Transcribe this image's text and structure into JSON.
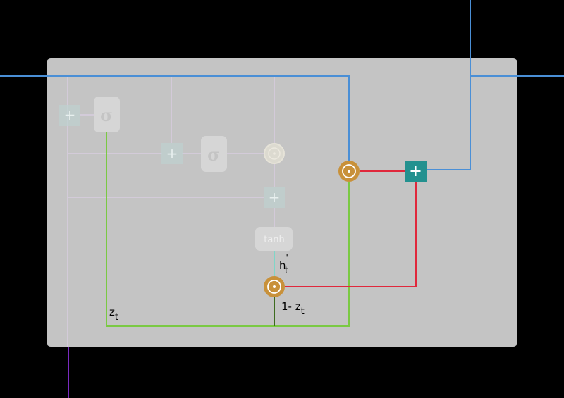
{
  "colors": {
    "background": "#000000",
    "panel": "#c4c4c4",
    "hidden_line": "#4a8fd6",
    "gate_z_line": "#7ac943",
    "one_minus_z_line": "#3d6b1e",
    "update_line": "#e0283c",
    "candidate_line": "#7fd6c8",
    "input_line": "#7a2bc0",
    "multiply_node": "#c8913a",
    "add_node": "#23918f",
    "faded_node": "#d6d6d6",
    "faded_line": "#d8cde0"
  },
  "icons": {
    "multiply": "circled-dot-icon",
    "add": "plus-icon",
    "sigmoid": "sigma-icon",
    "tanh": "tanh-icon"
  },
  "nodes": {
    "sigma_glyph": "σ",
    "tanh_label": "tanh",
    "plus_glyph": "+",
    "dot_glyph": "⊙"
  },
  "labels": {
    "z_base": "z",
    "z_sub": "t",
    "h_base": "h",
    "h_prime": "'",
    "h_sub": "t",
    "one_minus": "1- z",
    "one_minus_sub": "t"
  }
}
